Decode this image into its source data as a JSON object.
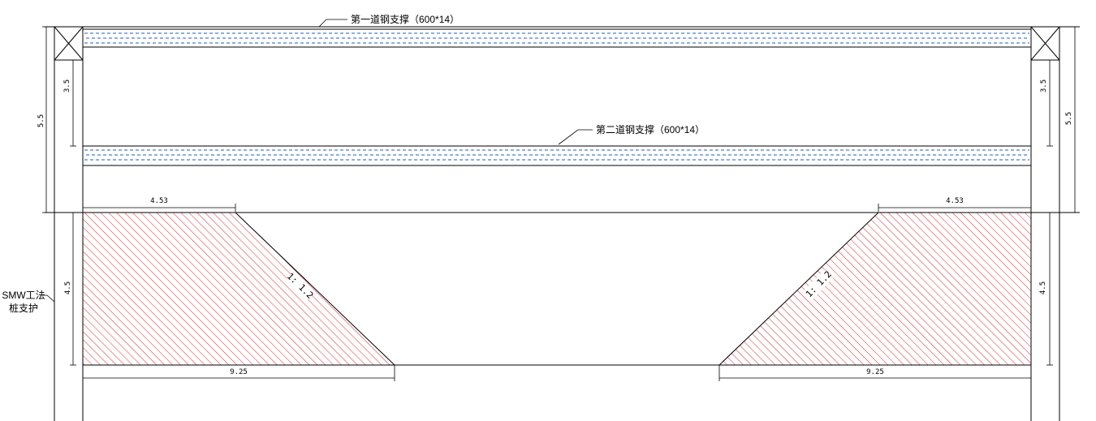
{
  "struts": {
    "first": "第一道钢支撑（600*14）",
    "second": "第二道钢支撑（600*14）"
  },
  "pile_label": {
    "line1": "SMW工法",
    "line2": "桩支护"
  },
  "dimensions": {
    "left_top_3_5": "3.5",
    "left_total_5_5": "5.5",
    "left_lower_4_5": "4.5",
    "right_top_3_5": "3.5",
    "right_total_5_5": "5.5",
    "right_lower_4_5": "4.5",
    "top_left_width": "4.53",
    "top_right_width": "4.53",
    "bottom_left_width": "9.25",
    "bottom_right_width": "9.25"
  },
  "slopes": {
    "left": "1: 1.2",
    "right": "1: 1.2"
  },
  "colors": {
    "hatch": "#e0252b",
    "strut": "#1f5fbf",
    "line": "#000000"
  }
}
